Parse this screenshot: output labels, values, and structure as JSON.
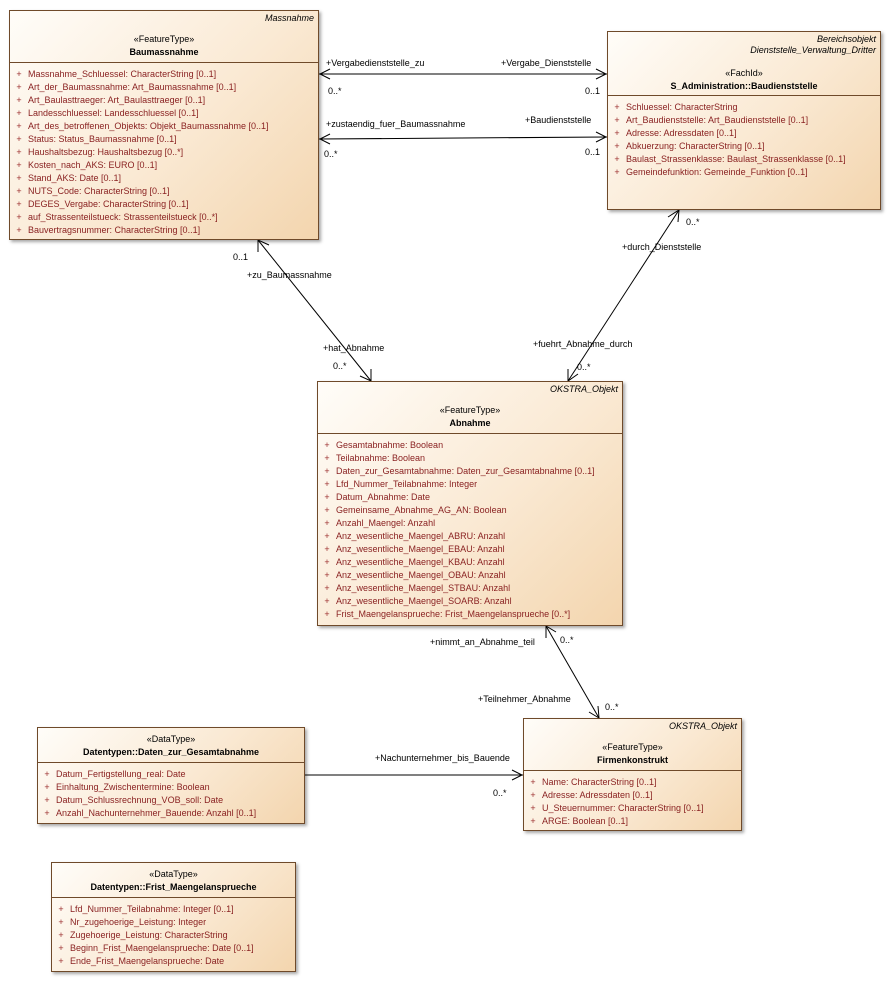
{
  "classes": {
    "baumassnahme": {
      "package": "Massnahme",
      "stereotype": "«FeatureType»",
      "name": "Baumassnahme",
      "attributes": [
        "Massnahme_Schluessel: CharacterString [0..1]",
        "Art_der_Baumassnahme: Art_Baumassnahme [0..1]",
        "Art_Baulasttraeger: Art_Baulasttraeger [0..1]",
        "Landesschluessel: Landesschluessel [0..1]",
        "Art_des_betroffenen_Objekts: Objekt_Baumassnahme [0..1]",
        "Status: Status_Baumassnahme [0..1]",
        "Haushaltsbezug: Haushaltsbezug [0..*]",
        "Kosten_nach_AKS: EURO [0..1]",
        "Stand_AKS: Date [0..1]",
        "NUTS_Code: CharacterString [0..1]",
        "DEGES_Vergabe: CharacterString [0..1]",
        "auf_Strassenteilstueck: Strassenteilstueck [0..*]",
        "Bauvertragsnummer: CharacterString [0..1]"
      ]
    },
    "baudienststelle": {
      "package_line1": "Bereichsobjekt",
      "package_line2": "Dienststelle_Verwaltung_Dritter",
      "stereotype": "«FachId»",
      "name": "S_Administration::Baudienststelle",
      "attributes": [
        "Schluessel: CharacterString",
        "Art_Baudienststelle: Art_Baudienststelle [0..1]",
        "Adresse: Adressdaten [0..1]",
        "Abkuerzung: CharacterString [0..1]",
        "Baulast_Strassenklasse: Baulast_Strassenklasse [0..1]",
        "Gemeindefunktion: Gemeinde_Funktion [0..1]"
      ]
    },
    "abnahme": {
      "package": "OKSTRA_Objekt",
      "stereotype": "«FeatureType»",
      "name": "Abnahme",
      "attributes": [
        "Gesamtabnahme: Boolean",
        "Teilabnahme: Boolean",
        "Daten_zur_Gesamtabnahme: Daten_zur_Gesamtabnahme [0..1]",
        "Lfd_Nummer_Teilabnahme: Integer",
        "Datum_Abnahme: Date",
        "Gemeinsame_Abnahme_AG_AN: Boolean",
        "Anzahl_Maengel: Anzahl",
        "Anz_wesentliche_Maengel_ABRU: Anzahl",
        "Anz_wesentliche_Maengel_EBAU: Anzahl",
        "Anz_wesentliche_Maengel_KBAU: Anzahl",
        "Anz_wesentliche_Maengel_OBAU: Anzahl",
        "Anz_wesentliche_Maengel_STBAU: Anzahl",
        "Anz_wesentliche_Maengel_SOARB: Anzahl",
        "Frist_Maengelansprueche: Frist_Maengelansprueche [0..*]"
      ]
    },
    "daten_gesamtabnahme": {
      "stereotype": "«DataType»",
      "name": "Datentypen::Daten_zur_Gesamtabnahme",
      "attributes": [
        "Datum_Fertigstellung_real: Date",
        "Einhaltung_Zwischentermine: Boolean",
        "Datum_Schlussrechnung_VOB_soll: Date",
        "Anzahl_Nachunternehmer_Bauende: Anzahl [0..1]"
      ]
    },
    "firmenkonstrukt": {
      "package": "OKSTRA_Objekt",
      "stereotype": "«FeatureType»",
      "name": "Firmenkonstrukt",
      "attributes": [
        "Name: CharacterString [0..1]",
        "Adresse: Adressdaten [0..1]",
        "U_Steuernummer: CharacterString [0..1]",
        "ARGE: Boolean [0..1]"
      ]
    },
    "frist_maengelansprueche": {
      "stereotype": "«DataType»",
      "name": "Datentypen::Frist_Maengelansprueche",
      "attributes": [
        "Lfd_Nummer_Teilabnahme: Integer [0..1]",
        "Nr_zugehoerige_Leistung: Integer",
        "Zugehoerige_Leistung: CharacterString",
        "Beginn_Frist_Maengelansprueche: Date [0..1]",
        "Ende_Frist_Maengelansprueche: Date"
      ]
    }
  },
  "visibility_symbol": "+",
  "associations": {
    "vergabe": {
      "role_left": "+Vergabedienststelle_zu",
      "role_right": "+Vergabe_Dienststelle",
      "mult_left": "0..*",
      "mult_right": "0..1"
    },
    "zustaendig": {
      "role_left": "+zustaendig_fuer_Baumassnahme",
      "role_right": "+Baudienststelle",
      "mult_left": "0..*",
      "mult_right": "0..1"
    },
    "baumassnahme_abnahme": {
      "role_top": "+zu_Baumassnahme",
      "mult_top": "0..1",
      "role_bottom": "+hat_Abnahme",
      "mult_bottom": "0..*"
    },
    "dienststelle_abnahme": {
      "role_top": "+durch_Dienststelle",
      "mult_top": "0..*",
      "role_bottom": "+fuehrt_Abnahme_durch",
      "mult_bottom": "0..*"
    },
    "abnahme_firma": {
      "role_top": "+nimmt_an_Abnahme_teil",
      "mult_top": "0..*",
      "role_bottom": "+Teilnehmer_Abnahme",
      "mult_bottom": "0..*"
    },
    "nachunternehmer": {
      "role": "+Nachunternehmer_bis_Bauende",
      "mult": "0..*"
    }
  }
}
